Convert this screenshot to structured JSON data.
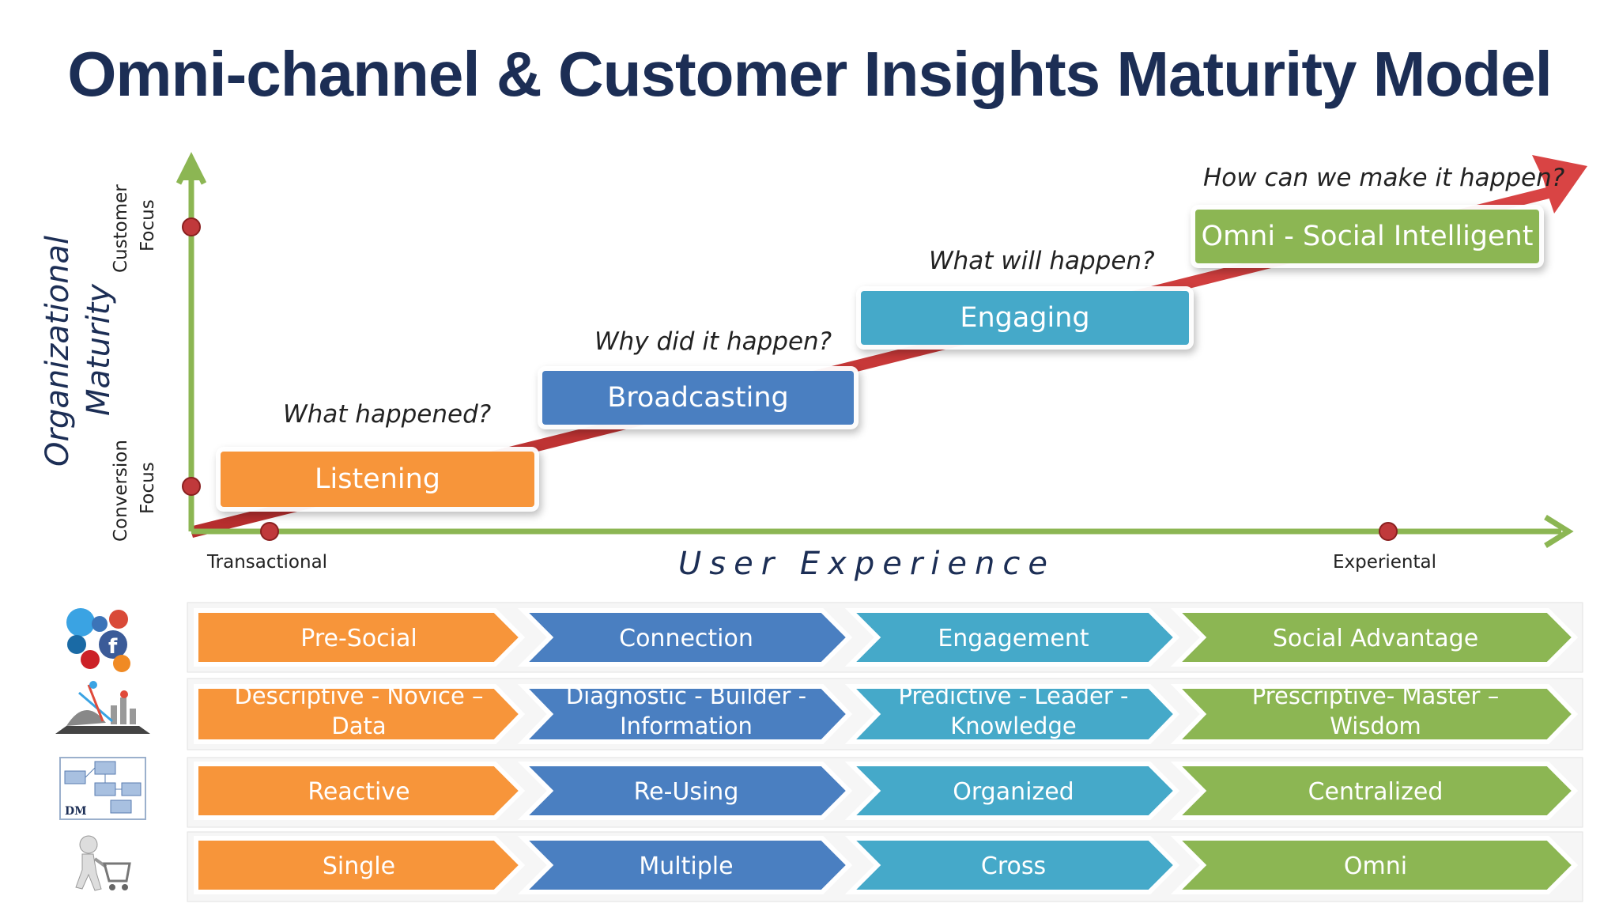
{
  "title": "Omni-channel & Customer Insights Maturity Model",
  "y_axis": {
    "label_line1": "Organizational",
    "label_line2": "Maturity",
    "top_tick_line1": "Customer",
    "top_tick_line2": "Focus",
    "bottom_tick_line1": "Conversion",
    "bottom_tick_line2": "Focus"
  },
  "x_axis": {
    "label": "User Experience",
    "left_tick": "Transactional",
    "right_tick": "Experiental"
  },
  "stages": [
    {
      "label": "Listening",
      "question": "What happened?",
      "color": "#f7953a"
    },
    {
      "label": "Broadcasting",
      "question": "Why did it happen?",
      "color": "#4a7fc1"
    },
    {
      "label": "Engaging",
      "question": "What will happen?",
      "color": "#45a9c9"
    },
    {
      "label": "Omni - Social Intelligent",
      "question": "How can we make it happen?",
      "color": "#8cb653"
    }
  ],
  "colors": {
    "orange": "#f7953a",
    "blue": "#4a7fc1",
    "teal": "#45a9c9",
    "green": "#8cb653",
    "axis_green": "#8cb653",
    "trend_red": "#cc3a3a",
    "title_navy": "#1c2e55"
  },
  "rows": [
    {
      "icon": "social-media-icons",
      "cells": [
        [
          "Pre-Social"
        ],
        [
          "Connection"
        ],
        [
          "Engagement"
        ],
        [
          "Social Advantage"
        ]
      ]
    },
    {
      "icon": "analytics-chart-icon",
      "cells": [
        [
          "Descriptive - Novice –",
          "Data"
        ],
        [
          "Diagnostic - Builder -",
          "Information"
        ],
        [
          "Predictive - Leader -",
          "Knowledge"
        ],
        [
          "Prescriptive- Master –",
          "Wisdom"
        ]
      ]
    },
    {
      "icon": "data-model-diagram-icon",
      "icon_text": "DM",
      "cells": [
        [
          "Reactive"
        ],
        [
          "Re-Using"
        ],
        [
          "Organized"
        ],
        [
          "Centralized"
        ]
      ]
    },
    {
      "icon": "shopping-cart-person-icon",
      "cells": [
        [
          "Single"
        ],
        [
          "Multiple"
        ],
        [
          "Cross"
        ],
        [
          "Omni"
        ]
      ]
    }
  ]
}
